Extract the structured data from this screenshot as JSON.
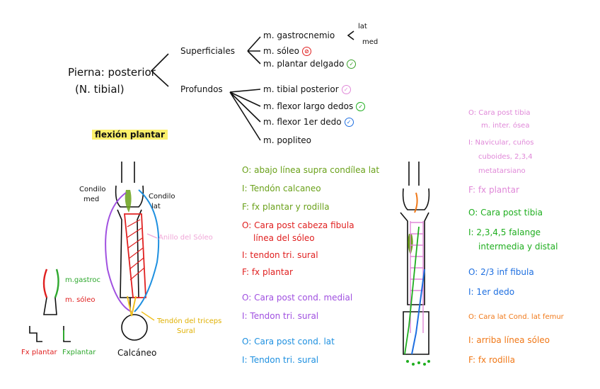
{
  "tree": {
    "root_line1": "Pierna: posterior",
    "root_line2": "(N. tibial)",
    "branch_sup": "Superficiales",
    "branch_deep": "Profundos",
    "sup_items": [
      "m. gastrocnemio",
      "m. sóleo",
      "m. plantar delgado"
    ],
    "gastro_heads": [
      "lat",
      "med"
    ],
    "deep_items": [
      "m. tibial posterior",
      "m. flexor largo dedos",
      "m. flexor 1er dedo",
      "m. popliteo"
    ],
    "marks": {
      "soleo": {
        "symbol": "⊘",
        "color": "#e02020"
      },
      "plantar": {
        "symbol": "✓",
        "color": "#3aa12a"
      },
      "tibial": {
        "symbol": "✓",
        "color": "#e088d8"
      },
      "flexor_largo": {
        "symbol": "✓",
        "color": "#1fae1f"
      },
      "flexor_1er": {
        "symbol": "✓",
        "color": "#1e6fe0"
      }
    }
  },
  "left_diagram": {
    "title": "flexión plantar",
    "condilo_med": [
      "Condilo",
      "med"
    ],
    "condilo_lat": [
      "Condilo",
      "lat"
    ],
    "anillo": "Anillo del Sóleo",
    "tendon": [
      "Tendón del triceps",
      "Sural"
    ],
    "calcaneo": "Calcáneo",
    "mini_labels": [
      "m.gastroc",
      "m. sóleo"
    ],
    "bottom_labels": [
      "Fx plantar",
      "Fxplantar"
    ],
    "colors": {
      "gastro": "#2ea82e",
      "soleo": "#e02020",
      "plantaris": "#1e90e0",
      "med": "#a050e0",
      "tendon": "#f0c020",
      "anillo": "#f0a8d8"
    }
  },
  "middle_notes": [
    {
      "text": "O: abajo línea supra condílea lat",
      "color": "#6aa11a"
    },
    {
      "text": "I: Tendón calcaneo",
      "color": "#6aa11a"
    },
    {
      "text": "F: fx plantar y rodilla",
      "color": "#6aa11a"
    },
    {
      "text": "O: Cara post cabeza fibula",
      "color": "#e02020"
    },
    {
      "text": "línea del sóleo",
      "color": "#e02020"
    },
    {
      "text": "I: tendon tri. sural",
      "color": "#e02020"
    },
    {
      "text": "F: fx plantar",
      "color": "#e02020"
    },
    {
      "text": "O: Cara post cond. medial",
      "color": "#a050e0"
    },
    {
      "text": "I: Tendon tri. sural",
      "color": "#a050e0"
    },
    {
      "text": "O: Cara post cond. lat",
      "color": "#1e90e0"
    },
    {
      "text": "I: Tendon tri. sural",
      "color": "#1e90e0"
    }
  ],
  "right_notes": [
    {
      "text": "O: Cara post tibia",
      "color": "#e088d8"
    },
    {
      "text": "m. inter. ósea",
      "color": "#e088d8"
    },
    {
      "text": "I: Navicular, cuños",
      "color": "#e088d8"
    },
    {
      "text": "cuboides, 2,3,4",
      "color": "#e088d8"
    },
    {
      "text": "metatarsiano",
      "color": "#e088d8"
    },
    {
      "text": "F: fx plantar",
      "color": "#e088d8"
    },
    {
      "text": "O: Cara post tibia",
      "color": "#1fae1f"
    },
    {
      "text": "I: 2,3,4,5 falange",
      "color": "#1fae1f"
    },
    {
      "text": "intermedia y distal",
      "color": "#1fae1f"
    },
    {
      "text": "O: 2/3 inf fibula",
      "color": "#1e6fe0"
    },
    {
      "text": "I: 1er dedo",
      "color": "#1e6fe0"
    },
    {
      "text": "O: Cara lat  Cond. lat femur",
      "color": "#f07818"
    },
    {
      "text": "I: arriba línea sóleo",
      "color": "#f07818"
    },
    {
      "text": "F: fx rodilla",
      "color": "#f07818"
    }
  ]
}
